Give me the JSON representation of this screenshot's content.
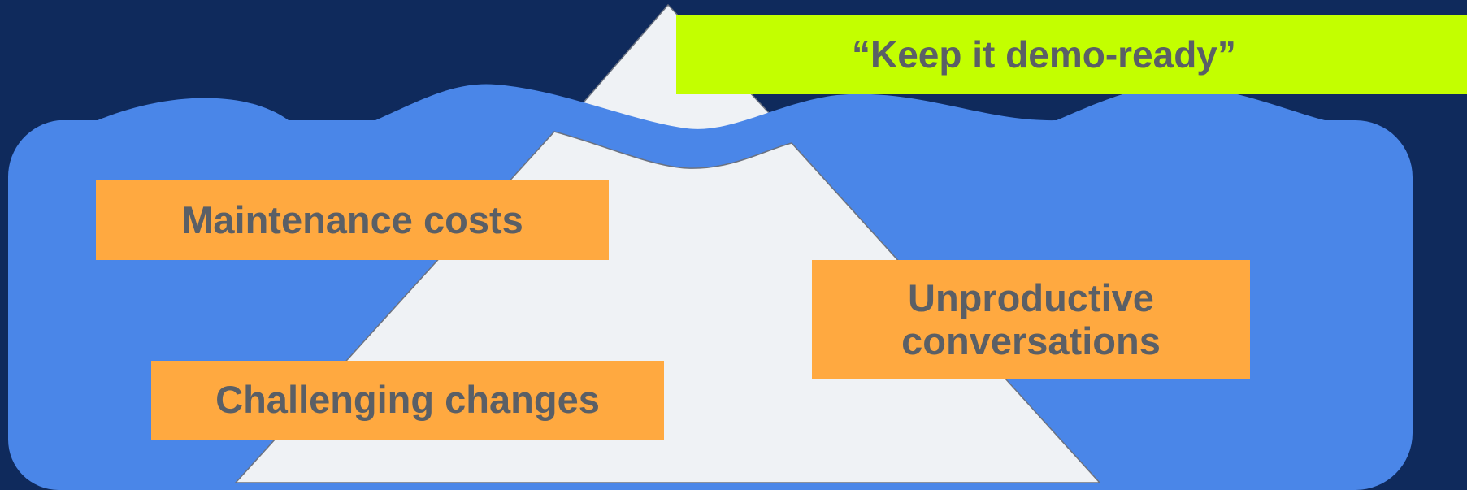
{
  "colors": {
    "background": "#0f2a5c",
    "water": "#4a86e8",
    "iceberg": "#eff2f5",
    "tip_label_bg": "#c3ff00",
    "hidden_label_bg": "#ffa940",
    "label_text": "#5a5f66"
  },
  "tip": {
    "label": "“Keep it demo-ready”"
  },
  "below_surface": {
    "maintenance": "Maintenance costs",
    "unproductive_line1": "Unproductive",
    "unproductive_line2": "conversations",
    "challenging": "Challenging changes"
  }
}
